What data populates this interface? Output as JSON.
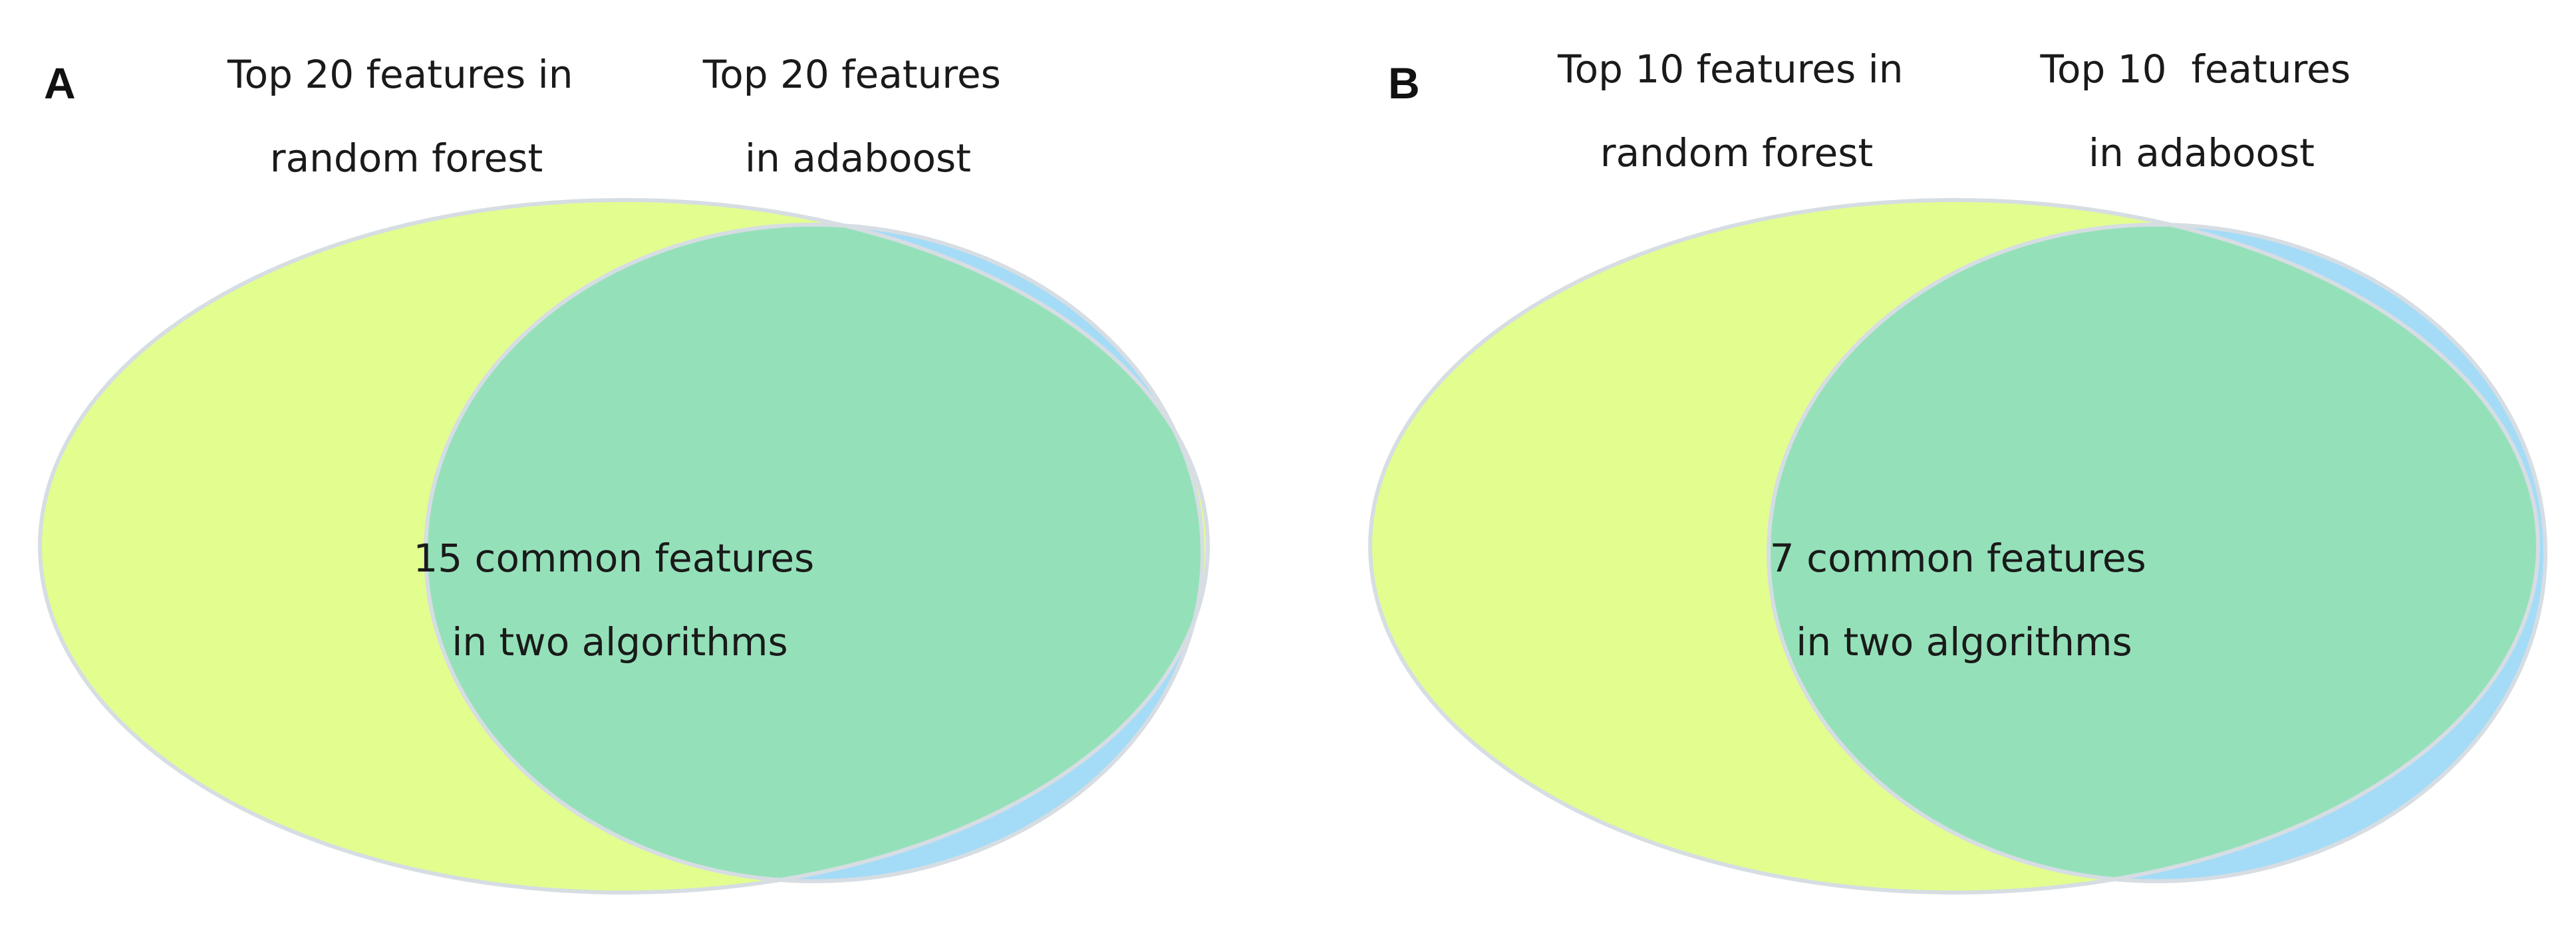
{
  "colors": {
    "left_set": "#e2fe8f",
    "right_set": "#a4dcf7",
    "overlap": "#94e1b9",
    "outline": "#d6dde3",
    "text": "#1a1a1a"
  },
  "panels": [
    {
      "letter": "A",
      "left_set": {
        "line1": "Top 20 features in",
        "line2": "random forest"
      },
      "right_set": {
        "line1": "Top 20 features",
        "line2": "in adaboost"
      },
      "intersection": {
        "line1": "15 common features",
        "line2": "in two algorithms"
      }
    },
    {
      "letter": "B",
      "left_set": {
        "line1": "Top 10 features in",
        "line2": "random forest"
      },
      "right_set": {
        "line1": "Top 10  features",
        "line2": "in adaboost"
      },
      "intersection": {
        "line1": "7 common features",
        "line2": "in two algorithms"
      }
    }
  ]
}
